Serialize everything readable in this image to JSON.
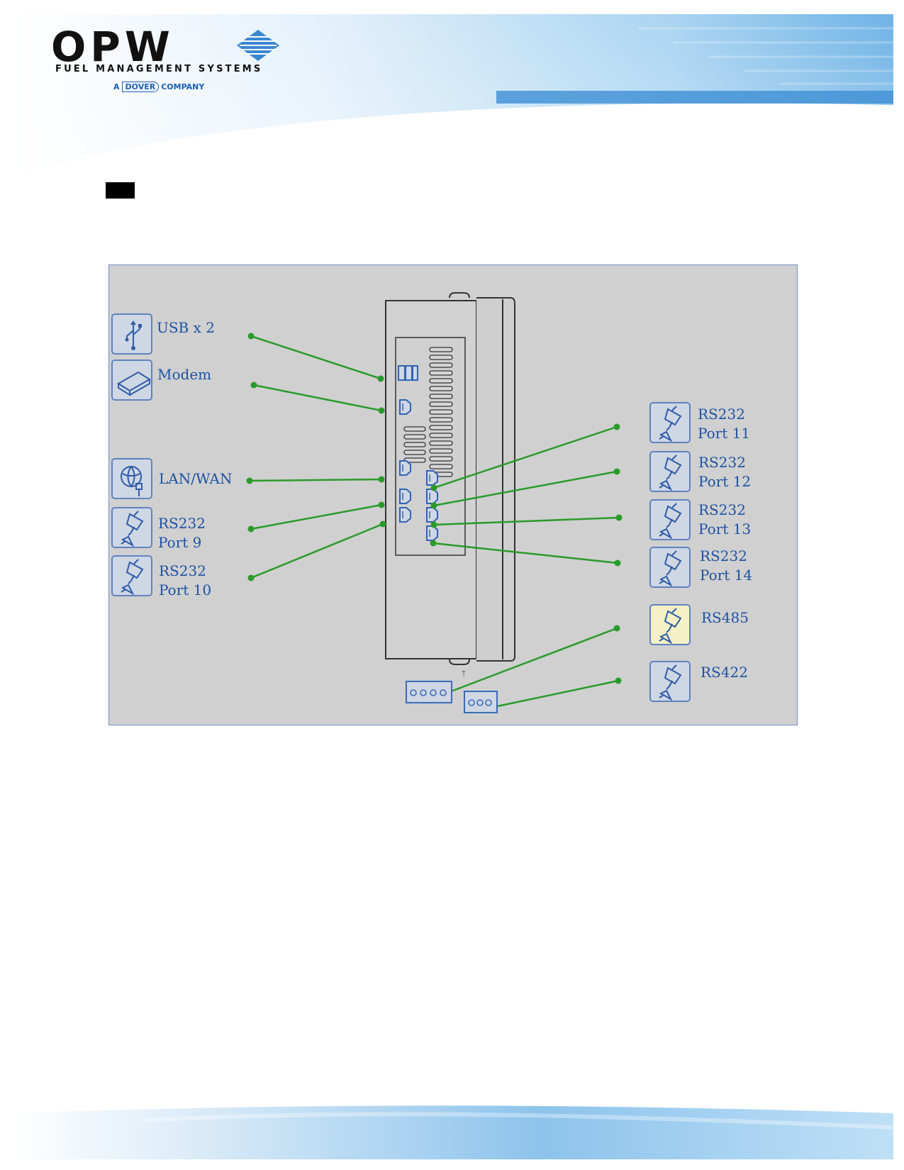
{
  "brand": {
    "logo_text": "OPW",
    "tagline": "FUEL MANAGEMENT SYSTEMS",
    "company_prefix": "A",
    "company_name": "DOVER",
    "company_suffix": "COMPANY"
  },
  "colors": {
    "wire": "#2a9a2a",
    "label": "#1d52a3",
    "panel_bg": "#d0d0d0",
    "icon_border": "#5f83bf",
    "rs485_highlight": "#f5f1c6"
  },
  "diagram": {
    "left_ports": [
      {
        "line1": "USB x 2",
        "line2": "",
        "icon": "usb-icon"
      },
      {
        "line1": "Modem",
        "line2": "",
        "icon": "modem-icon"
      },
      {
        "line1": "LAN/WAN",
        "line2": "",
        "icon": "network-icon"
      },
      {
        "line1": "RS232",
        "line2": "Port 9",
        "icon": "serial-plug-icon"
      },
      {
        "line1": "RS232",
        "line2": "Port 10",
        "icon": "serial-plug-icon"
      }
    ],
    "right_ports": [
      {
        "line1": "RS232",
        "line2": "Port 11",
        "icon": "serial-plug-icon"
      },
      {
        "line1": "RS232",
        "line2": "Port 12",
        "icon": "serial-plug-icon"
      },
      {
        "line1": "RS232",
        "line2": "Port 13",
        "icon": "serial-plug-icon"
      },
      {
        "line1": "RS232",
        "line2": "Port 14",
        "icon": "serial-plug-icon"
      },
      {
        "line1": "RS485",
        "line2": "",
        "icon": "serial-plug-icon",
        "highlighted": true
      },
      {
        "line1": "RS422",
        "line2": "",
        "icon": "serial-plug-icon"
      }
    ]
  }
}
